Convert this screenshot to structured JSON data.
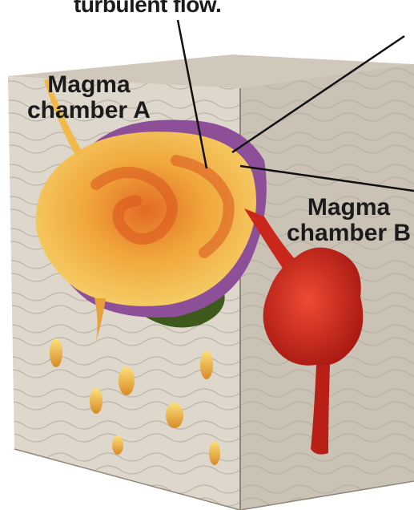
{
  "top_caption": "turbulent flow.",
  "chamber_a": {
    "line1": "Magma",
    "line2": "chamber A"
  },
  "chamber_b": {
    "line1": "Magma",
    "line2": "chamber B"
  },
  "colors": {
    "rock": "#d9d3c8",
    "rock_dark": "#b3aa9b",
    "magma_yellow": "#f3c24a",
    "magma_orange": "#e4782a",
    "magma_red": "#c9261c",
    "purple_rim": "#8e4f99",
    "green_base": "#3d5a1c",
    "leader_line": "#111111"
  }
}
